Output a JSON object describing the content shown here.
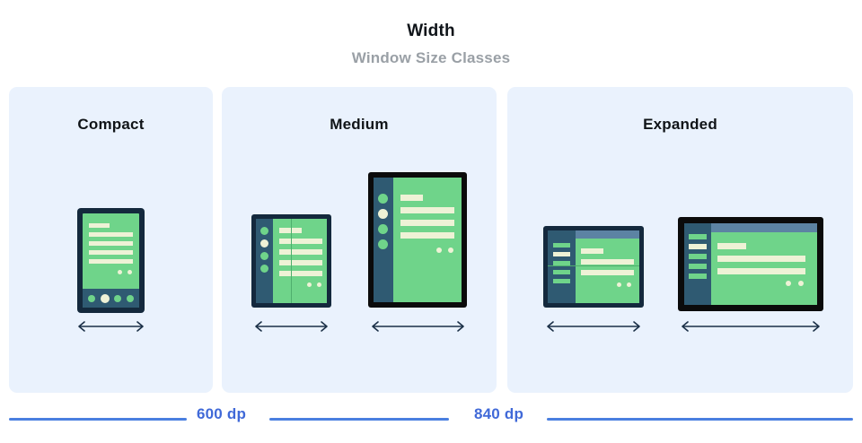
{
  "header": {
    "title": "Width",
    "subtitle": "Window Size Classes"
  },
  "panels": [
    {
      "id": "compact",
      "label": "Compact"
    },
    {
      "id": "medium",
      "label": "Medium"
    },
    {
      "id": "expanded",
      "label": "Expanded"
    }
  ],
  "measurements": [
    {
      "label": "600 dp"
    },
    {
      "label": "840 dp"
    }
  ],
  "colors": {
    "panel_background": "#eaf2fd",
    "page_background": "#ffffff",
    "title_text": "#0f1419",
    "subtitle_text": "#9aa0a6",
    "device_frame_navy": "#14293d",
    "device_frame_black": "#0b0b0b",
    "screen_green": "#6fd48a",
    "content_cream": "#eef2d6",
    "rail_slate": "#2f5a72",
    "appbar_blue": "#5c83a3",
    "fold_line": "#4fae6d",
    "measure_blue": "#4a7fe0",
    "measure_label": "#4069d8",
    "arrow_navy": "#1b3047"
  },
  "devices": {
    "phone": {
      "name": "phone-portrait",
      "frame": "navy",
      "nav_circles": 4,
      "content_lines": 5,
      "dots": 2
    },
    "foldable_portrait": {
      "name": "foldable-portrait",
      "frame": "navy",
      "rail_circles": 4,
      "content_lines": 5,
      "dots": 2,
      "fold": "vertical"
    },
    "tablet_portrait": {
      "name": "tablet-portrait",
      "frame": "black",
      "rail_circles": 4,
      "content_lines": 4,
      "dots": 2
    },
    "foldable_landscape": {
      "name": "foldable-landscape",
      "frame": "navy",
      "rail_bars": 5,
      "content_lines": 3,
      "dots": 2,
      "fold": "horizontal"
    },
    "tablet_landscape": {
      "name": "tablet-landscape",
      "frame": "black",
      "rail_bars": 5,
      "content_lines": 3,
      "dots": 2
    }
  },
  "arrows": {
    "icon": "double-headed-arrow",
    "count": 5
  }
}
